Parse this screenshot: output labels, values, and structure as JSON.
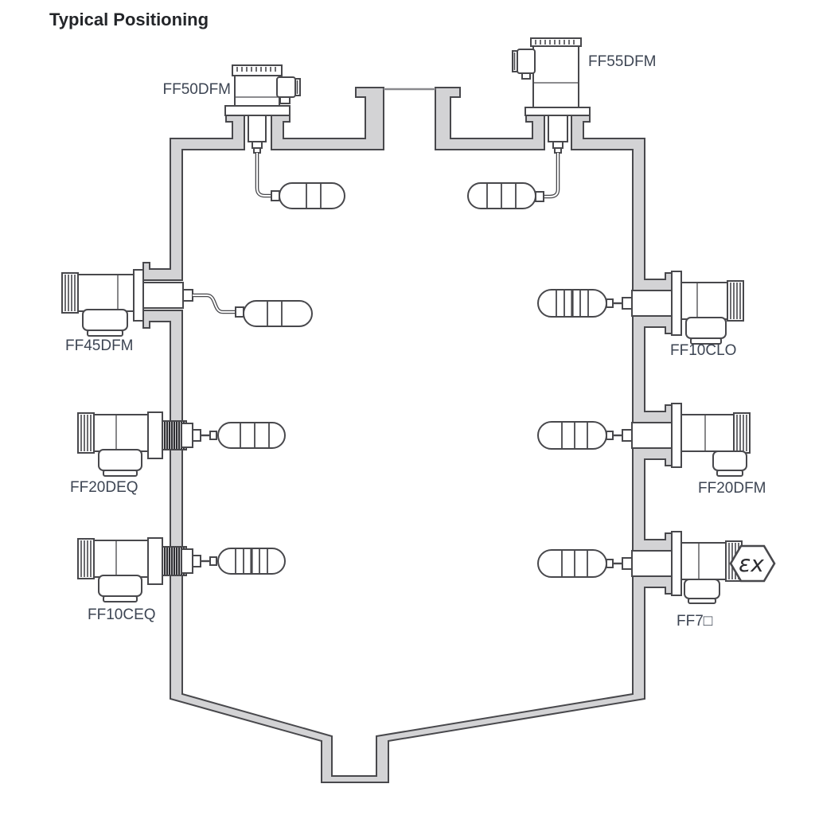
{
  "title": "Typical Positioning",
  "diagram": {
    "kind": "tank-level-sensor-typical-positioning",
    "vessel": "silo cross-section with conical bottom outlet",
    "wall_color": "#d3d3d5",
    "outline_color": "#48484c",
    "label_color": "#3d4553"
  },
  "devices": [
    {
      "id": "ff50dfm",
      "label": "FF50DFM",
      "mount": "top flange nozzle, left",
      "float_type": "cable-suspended float"
    },
    {
      "id": "ff55dfm",
      "label": "FF55DFM",
      "mount": "top flange nozzle, right",
      "float_type": "cable-suspended float"
    },
    {
      "id": "ff45dfm",
      "label": "FF45DFM",
      "mount": "side flange, upper left",
      "float_type": "cable float"
    },
    {
      "id": "ff10clo",
      "label": "FF10CLO",
      "mount": "side flange, upper right",
      "float_type": "rod float"
    },
    {
      "id": "ff20deq",
      "label": "FF20DEQ",
      "mount": "side thread, middle left",
      "float_type": "rod float"
    },
    {
      "id": "ff20dfm",
      "label": "FF20DFM",
      "mount": "side flange, middle right",
      "float_type": "rod float"
    },
    {
      "id": "ff10ceq",
      "label": "FF10CEQ",
      "mount": "side thread, lower left",
      "float_type": "rod float"
    },
    {
      "id": "ff7",
      "label": "FF7□",
      "mount": "side flange, lower right",
      "float_type": "rod float"
    }
  ],
  "ex_symbol": "εx"
}
